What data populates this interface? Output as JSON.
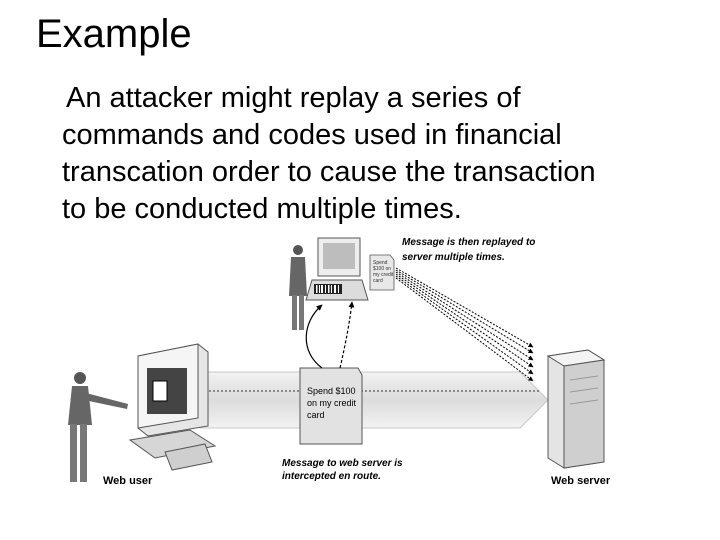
{
  "slide": {
    "title": "Example",
    "body_lines": [
      "An attacker might replay a series of",
      "commands and codes used in financial",
      "transcation order to cause the transaction",
      "to be conducted multiple times."
    ]
  },
  "diagram": {
    "web_user_label": "Web user",
    "web_server_label": "Web server",
    "intercept_caption": [
      "Message to web server is",
      "intercepted en route."
    ],
    "replay_caption": [
      "Message is then replayed to",
      "server multiple times."
    ],
    "message_note": [
      "Spend $100",
      "on my credit",
      "card"
    ],
    "copy_note": [
      "Spend",
      "$100 on",
      "my credit",
      "card"
    ]
  }
}
